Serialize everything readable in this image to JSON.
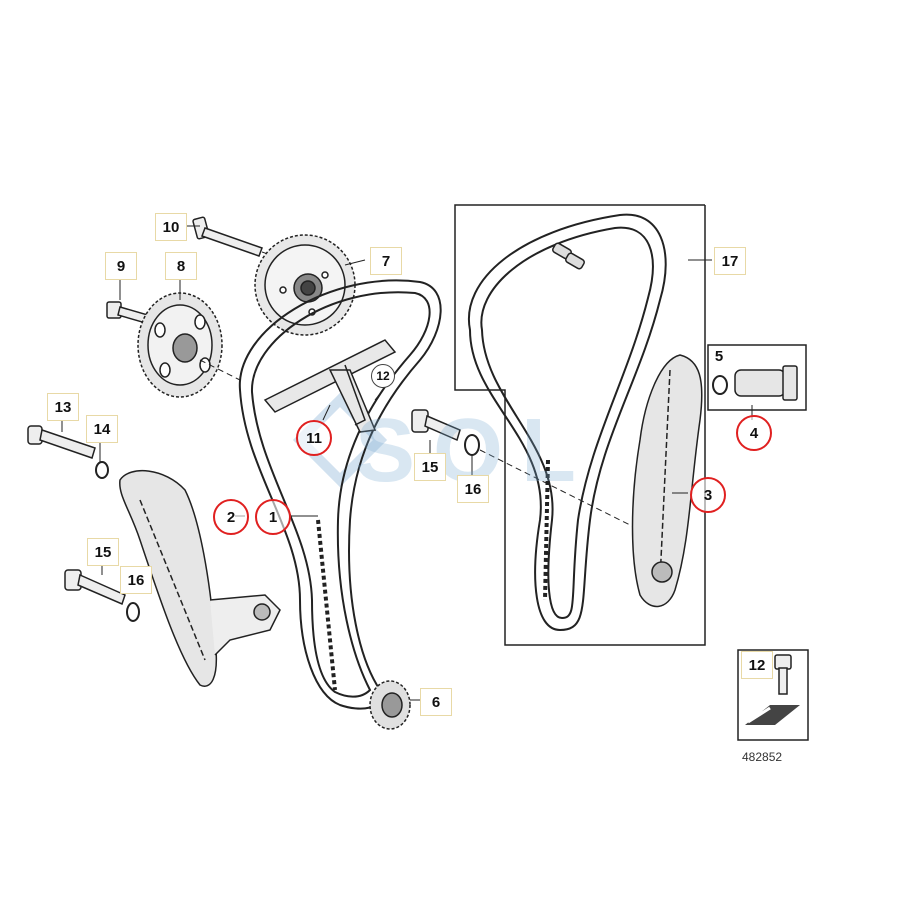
{
  "labels": {
    "p1": "1",
    "p2": "2",
    "p3": "3",
    "p4": "4",
    "p5": "5",
    "p6": "6",
    "p7": "7",
    "p8": "8",
    "p9": "9",
    "p10": "10",
    "p11": "11",
    "p12": "12",
    "p13": "13",
    "p14": "14",
    "p15a": "15",
    "p15b": "15",
    "p16a": "16",
    "p16b": "16",
    "p17": "17",
    "p12legend": "12"
  },
  "reference_number": "482852",
  "watermark": "SOL",
  "colors": {
    "highlight": "#e02020",
    "label_border": "#e8d9a6",
    "line": "#222222"
  }
}
